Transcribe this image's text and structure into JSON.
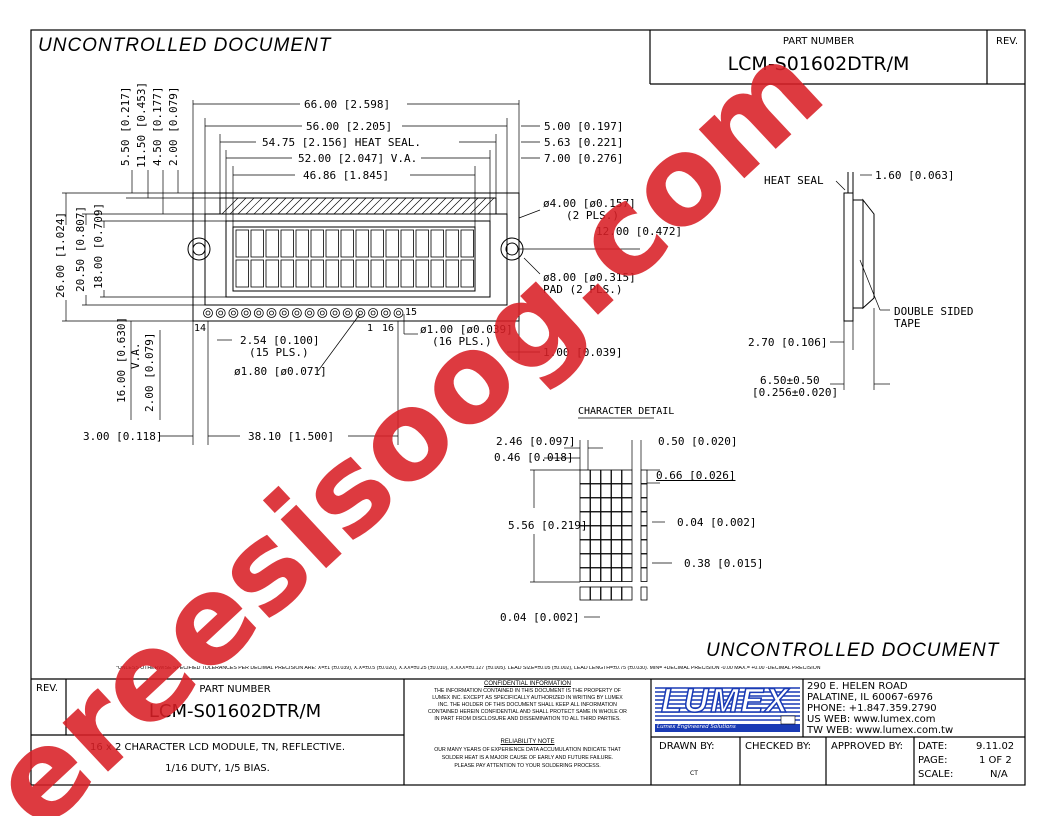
{
  "header": {
    "uncontrolled": "UNCONTROLLED DOCUMENT",
    "part_number_label": "PART NUMBER",
    "part_number": "LCM-S01602DTR/M",
    "rev_label": "REV."
  },
  "top_dims": {
    "d66": "66.00 [2.598]",
    "d56": "56.00 [2.205]",
    "d5475": "54.75 [2.156] HEAT SEAL.",
    "d52": "52.00 [2.047] V.A.",
    "d4686": "46.86 [1.845]",
    "d500": "5.00 [0.197]",
    "d563": "5.63 [0.221]",
    "d700": "7.00 [0.276]"
  },
  "left_dims": {
    "v550": "5.50 [0.217]",
    "v1150": "11.50 [0.453]",
    "v450": "4.50 [0.177]",
    "v200": "2.00 [0.079]",
    "v2600": "26.00 [1.024]",
    "v2050": "20.50 [0.807]",
    "v1800": "18.00 [0.709]",
    "v1600a": "16.00 [0.630]",
    "v1600b": "V.A.",
    "v200b": "2.00 [0.079]"
  },
  "right_dims": {
    "hole": "ø4.00 [ø0.157]",
    "hole_n": "(2 PLS.)",
    "d1200": "12.00 [0.472]",
    "pad": "ø8.00 [ø0.315]",
    "pad_n": "PAD (2 PLS.)",
    "pin_d": "ø1.00 [ø0.039]",
    "pin_n": "(16 PLS.)",
    "d100": "1.00 [0.039]"
  },
  "bottom_dims": {
    "pitch": "2.54 [0.100]",
    "pitch_n": "(15 PLS.)",
    "ring": "ø1.80 [ø0.071]",
    "d300": "3.00 [0.118]",
    "d3810": "38.10 [1.500]",
    "pin14": "14",
    "pin15": "15",
    "pin1": "1",
    "pin16": "16"
  },
  "side_view": {
    "heat_seal": "HEAT SEAL",
    "d160": "1.60 [0.063]",
    "tape1": "DOUBLE SIDED",
    "tape2": "TAPE",
    "d270": "2.70 [0.106]",
    "d650a": "6.50±0.50",
    "d650b": "[0.256±0.020]"
  },
  "char_detail": {
    "title": "CHARACTER DETAIL",
    "d246": "2.46 [0.097]",
    "d046": "0.46 [0.018]",
    "d050": "0.50 [0.020]",
    "d066": "0.66 [0.026]",
    "d556": "5.56 [0.219]",
    "d004a": "0.04 [0.002]",
    "d038": "0.38 [0.015]",
    "d004b": "0.04 [0.002]"
  },
  "tolerance_note": "*UNLESS OTHERWISE SPECIFIED TOLERANCES PER DECIMAL PRECISION ARE: X=±1 (±0.039), X.X=±0.5 (±0.020), X.XX=±0.25 (±0.010), X.XXX=±0.127 (±0.005). LEAD SIZE=±0.05 (±0.002), LEAD LENGTH=±0.75 (±0.030). MIN= +DECIMAL PRECISION -0.00   MAX.= +0.00 -DECIMAL PRECISION",
  "title_block": {
    "rev_label": "REV.",
    "part_number_label": "PART NUMBER",
    "part_number": "LCM-S01602DTR/M",
    "desc1": "16 x 2 CHARACTER LCD MODULE, TN, REFLECTIVE.",
    "desc2": "1/16 DUTY, 1/5 BIAS.",
    "conf_title": "CONFIDENTIAL INFORMATION",
    "conf1": "THE INFORMATION CONTAINED IN THIS DOCUMENT IS THE PROPERTY OF",
    "conf2": "LUMEX INC. EXCEPT AS SPECIFICALLY AUTHORIZED IN WRITING BY LUMEX",
    "conf3": "INC. THE HOLDER OF THIS DOCUMENT SHALL KEEP ALL INFORMATION",
    "conf4": "CONTAINED HEREIN CONFIDENTIAL AND SHALL PROTECT SAME IN WHOLE OR",
    "conf5": "IN PART FROM DISCLOSURE AND DISSEMINATION TO ALL THIRD PARTIES.",
    "rel_title": "RELIABILITY NOTE",
    "rel1": "OUR MANY YEARS OF EXPERIENCE DATA ACCUMULATION INDICATE THAT",
    "rel2": "SOLDER HEAT IS A MAJOR CAUSE OF EARLY AND FUTURE FAILURE.",
    "rel3": "PLEASE PAY ATTENTION TO YOUR SOLDERING PROCESS.",
    "logo": "LUMEX",
    "logo_tag": "Lumex Engineered Solutions",
    "addr1": "290 E. HELEN ROAD",
    "addr2": "PALATINE, IL  60067-6976",
    "addr3": "PHONE: +1.847.359.2790",
    "addr4": "US WEB: www.lumex.com",
    "addr5": "TW WEB: www.lumex.com.tw",
    "drawn_by_label": "DRAWN BY:",
    "drawn_by": "CT",
    "checked_by_label": "CHECKED BY:",
    "approved_by_label": "APPROVED BY:",
    "date_label": "DATE:",
    "date": "9.11.02",
    "page_label": "PAGE:",
    "page": "1 OF 2",
    "scale_label": "SCALE:",
    "scale": "N/A"
  },
  "watermark": "ereesisoog.com",
  "colors": {
    "watermark": "#d81f26",
    "ink": "#000000",
    "logo_blue": "#1a3bb5"
  }
}
